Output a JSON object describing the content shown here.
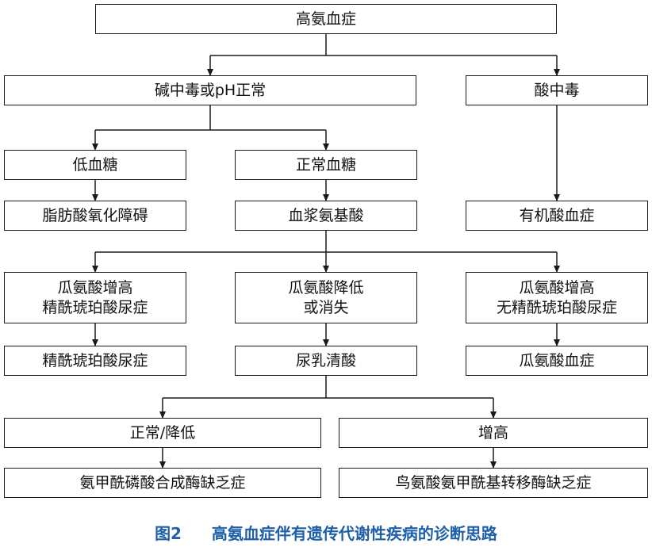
{
  "diagram": {
    "nodes": {
      "root": "高氨血症",
      "alkalosis": "碱中毒或pH正常",
      "acidosis": "酸中毒",
      "hypoglycemia": "低血糖",
      "normoglycemia": "正常血糖",
      "fatty_acid": "脂肪酸氧化障碍",
      "plasma_aa": "血浆氨基酸",
      "organic_acid": "有机酸血症",
      "cit_high_asa_line1": "瓜氨酸增高",
      "cit_high_asa_line2": "精酰琥珀酸尿症",
      "cit_low_line1": "瓜氨酸降低",
      "cit_low_line2": "或消失",
      "cit_high_noasa_line1": "瓜氨酸增高",
      "cit_high_noasa_line2": "无精酰琥珀酸尿症",
      "asa_uria": "精酰琥珀酸尿症",
      "orotic": "尿乳清酸",
      "citrullinemia": "瓜氨酸血症",
      "normal_low": "正常/降低",
      "high": "增高",
      "cps_def": "氨甲酰磷酸合成酶缺乏症",
      "otc_def": "鸟氨酸氨甲酰基转移酶缺乏症"
    }
  },
  "caption": {
    "label": "图2",
    "text": "高氨血症伴有遗传代谢性疾病的诊断思路"
  },
  "colors": {
    "caption": "#1f5fa8",
    "line": "#1a1a1a"
  }
}
